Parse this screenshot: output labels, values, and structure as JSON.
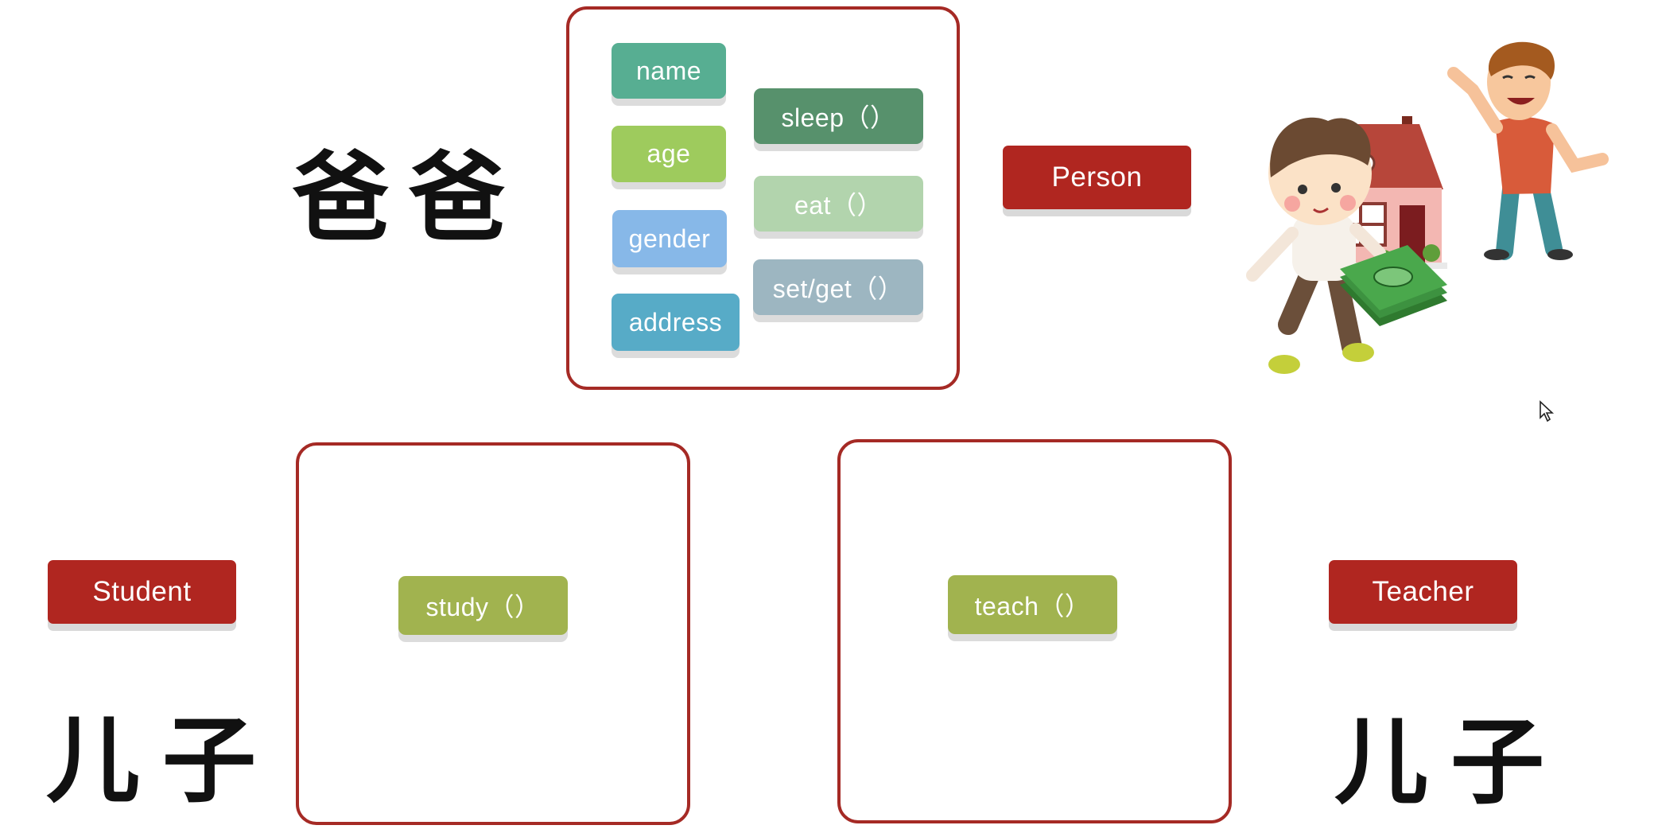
{
  "labels": {
    "father": "爸爸",
    "son_left": "儿子",
    "son_right": "儿子"
  },
  "classes": {
    "person": "Person",
    "student": "Student",
    "teacher": "Teacher"
  },
  "person_attributes": {
    "name": "name",
    "age": "age",
    "gender": "gender",
    "address": "address"
  },
  "person_methods": {
    "sleep": "sleep（）",
    "eat": "eat（）",
    "setget": "set/get（）"
  },
  "student_methods": {
    "study": "study（）"
  },
  "teacher_methods": {
    "teach": "teach（）"
  },
  "colors": {
    "frame": "#a52a25",
    "class_label": "#b02620",
    "name": "#57ae92",
    "age": "#9ecb5d",
    "gender": "#87b8e8",
    "address": "#57abc7",
    "sleep": "#57916c",
    "eat": "#b2d4ad",
    "setget": "#9db6c1",
    "study": "#a1b34f",
    "teach": "#a1b34f"
  },
  "illustration": {
    "figures": [
      "waving-man",
      "house",
      "boy-with-money"
    ]
  },
  "cursor": "mouse-pointer-icon"
}
